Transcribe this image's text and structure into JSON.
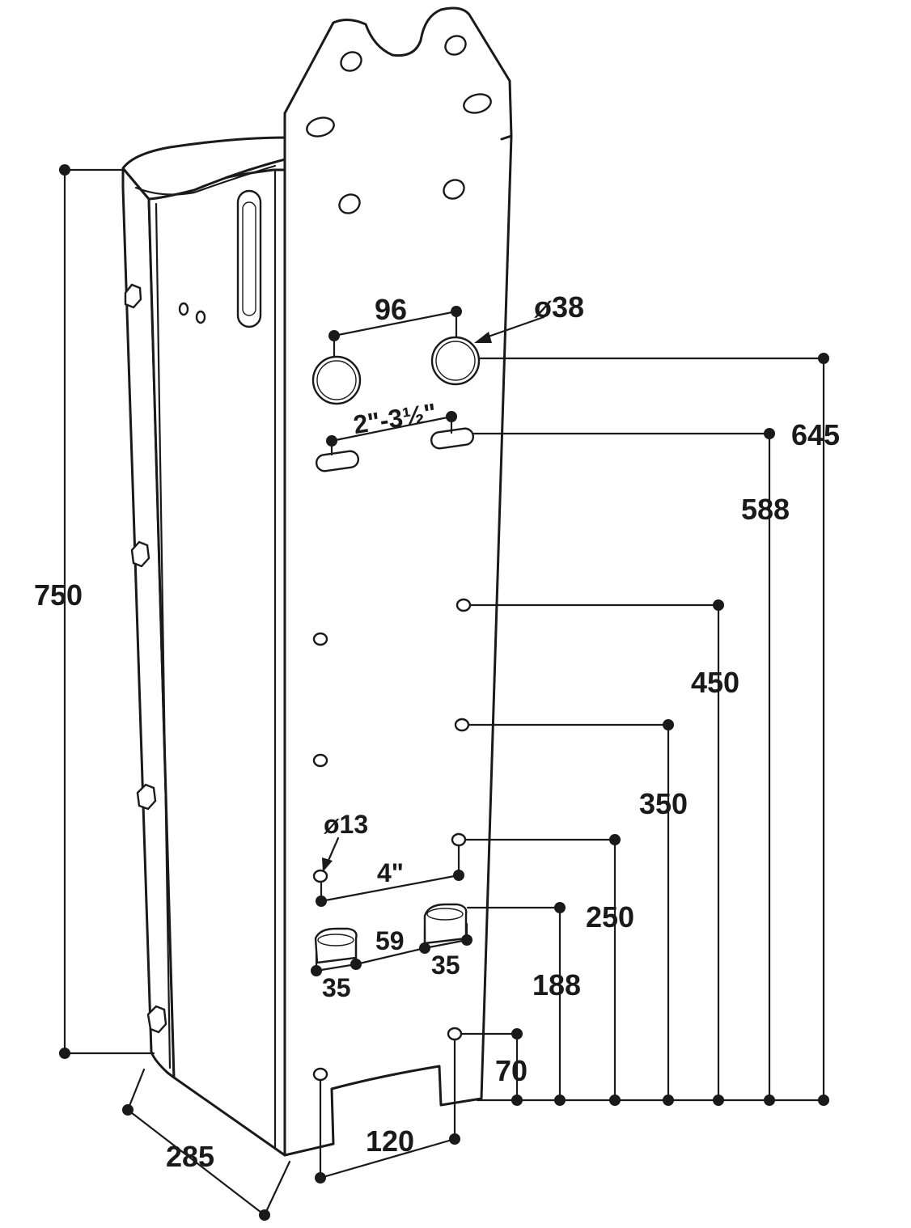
{
  "colors": {
    "ink": "#1a1a1a",
    "paper": "#ffffff"
  },
  "dimensions": {
    "height_total": "750",
    "depth": "285",
    "bottom_cutout": "120",
    "hole_spacing": "96",
    "hole_diameter_large": "ø38",
    "slot_spacing_inch": "2\"-3½\"",
    "height_645": "645",
    "height_588": "588",
    "height_450": "450",
    "height_350": "350",
    "height_250": "250",
    "height_188": "188",
    "height_70": "70",
    "hole_diameter_small": "ø13",
    "hole_spacing_inch": "4\"",
    "slot_spacing": "59",
    "slot_width_left": "35",
    "slot_width_right": "35"
  }
}
